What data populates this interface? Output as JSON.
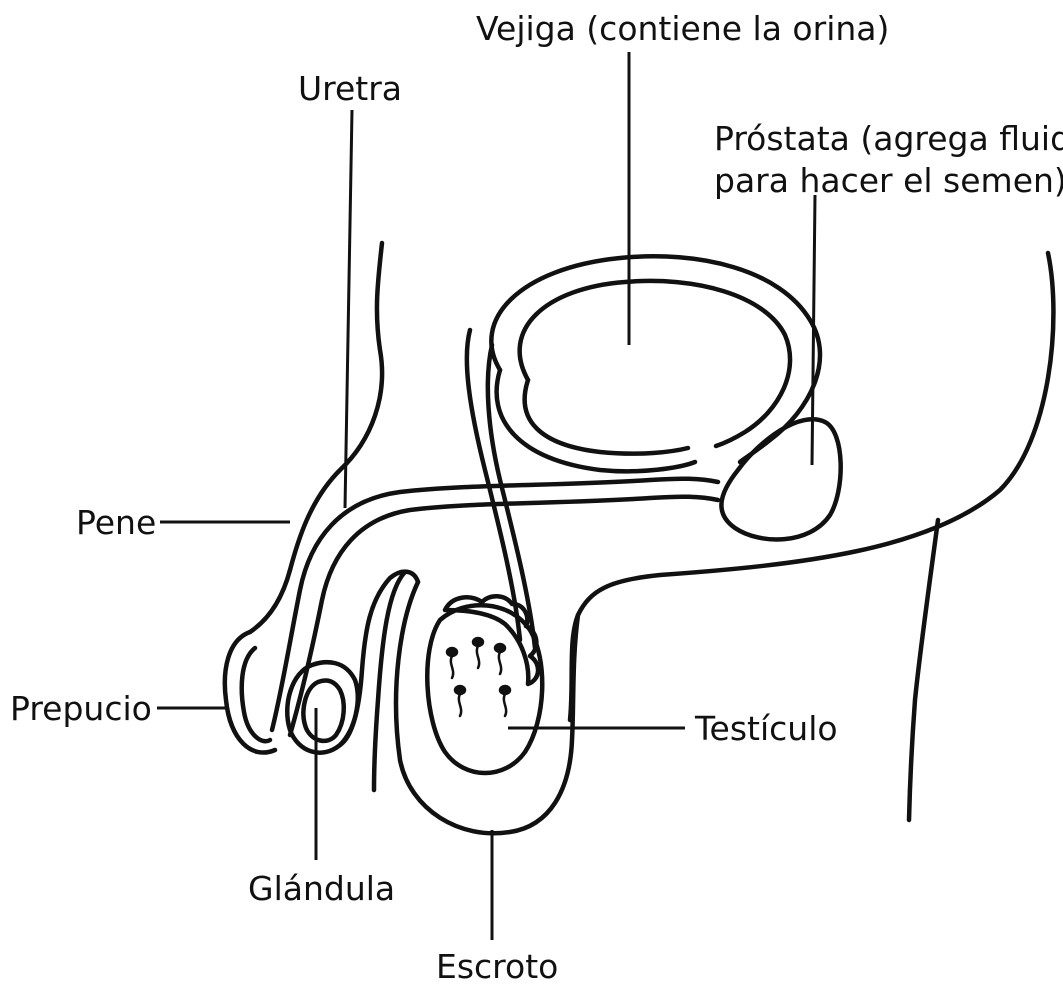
{
  "labels": {
    "vejiga": "Vejiga (contiene la orina)",
    "uretra": "Uretra",
    "prostata_line1": "Próstata (agrega fluido",
    "prostata_line2": "para hacer el semen)",
    "pene": "Pene",
    "prepucio": "Prepucio",
    "glandula": "Glándula",
    "testiculo": "Testículo",
    "escroto": "Escroto"
  },
  "colors": {
    "ink": "#111111",
    "background": "#ffffff"
  }
}
